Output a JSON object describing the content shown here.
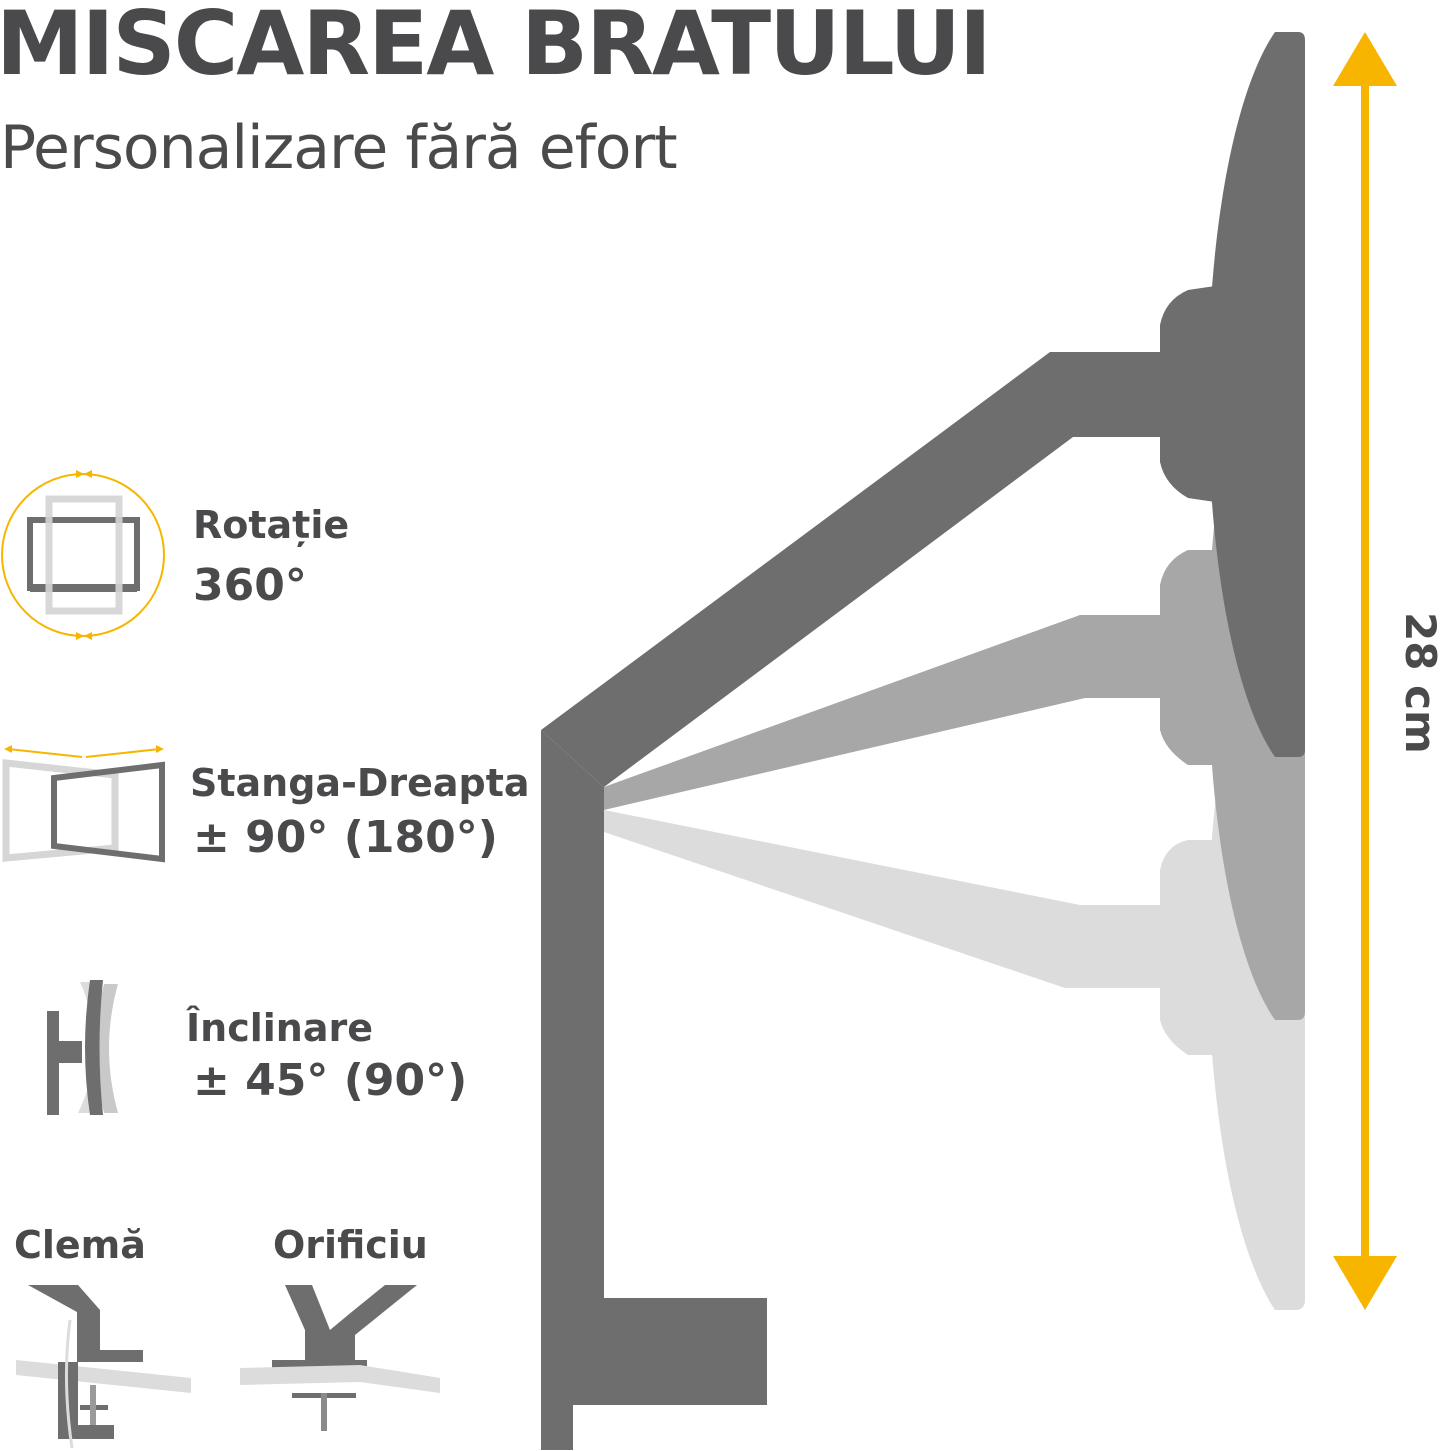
{
  "header": {
    "title": "MISCAREA BRATULUI",
    "subtitle": "Personalizare fără efort"
  },
  "features": [
    {
      "icon": "rotation-icon",
      "label": "Rotație",
      "value": "360°"
    },
    {
      "icon": "swivel-icon",
      "label": "Stanga-Dreapta",
      "value": "± 90° (180°)"
    },
    {
      "icon": "tilt-icon",
      "label": "Înclinare",
      "value": "± 45° (90°)"
    }
  ],
  "mounts": [
    {
      "icon": "clamp-mount-icon",
      "label": "Clemă"
    },
    {
      "icon": "grommet-mount-icon",
      "label": "Orificiu"
    }
  ],
  "dimension": {
    "label": "28 cm"
  },
  "colors": {
    "text": "#4a494b",
    "arm_dark": "#6e6e6e",
    "arm_mid": "#a7a7a7",
    "arm_light": "#dcdcdc",
    "accent": "#f7b500"
  }
}
